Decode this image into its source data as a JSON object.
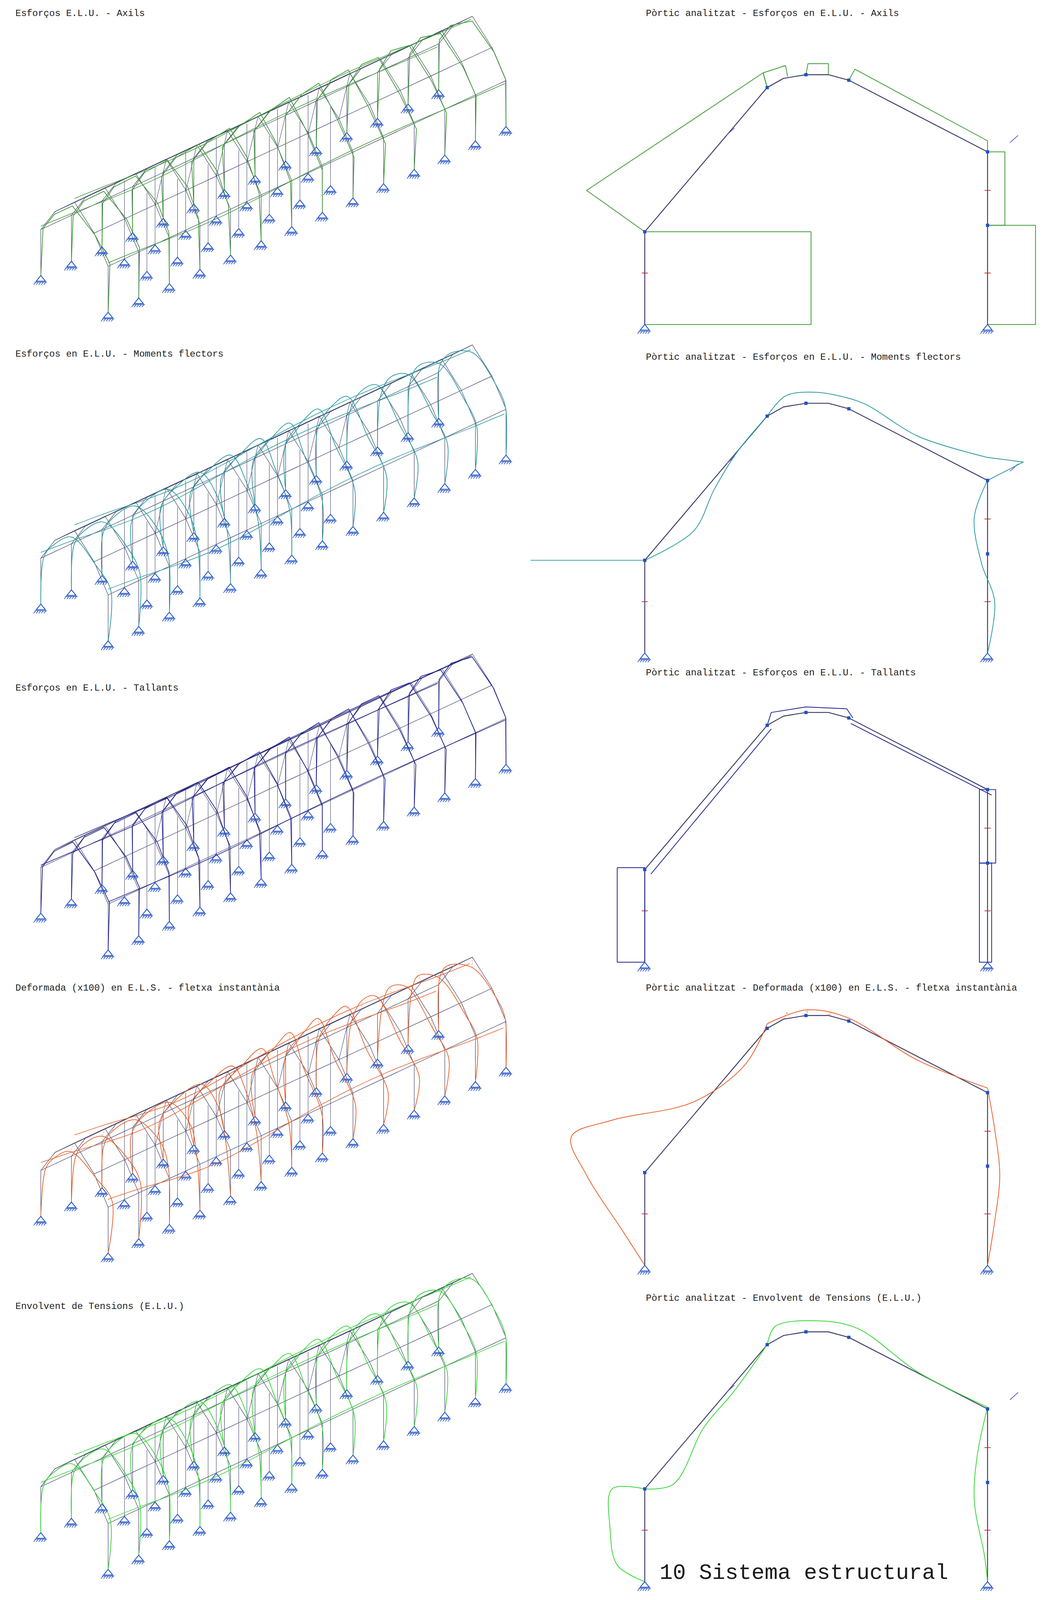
{
  "diagram": {
    "caption": "10 Sistema estructural",
    "labels": [
      "Esforços E.L.U. - Axils",
      "Pòrtic analitzat - Esforços en E.L.U. - Axils",
      "Esforços en E.L.U. - Moments flectors",
      "Pòrtic analitzat - Esforços en E.L.U. - Moments flectors",
      "Esforços en E.L.U. - Tallants",
      "Pòrtic analitzat - Esforços en E.L.U. - Tallants",
      "Deformada (x100) en E.L.S. - fletxa instantània",
      "Pòrtic analitzat - Deformada (x100) en E.L.S. - fletxa instantània",
      "Envolvent de Tensions (E.L.U.)",
      "Pòrtic analitzat - Envolvent de Tensions (E.L.U.)"
    ]
  }
}
